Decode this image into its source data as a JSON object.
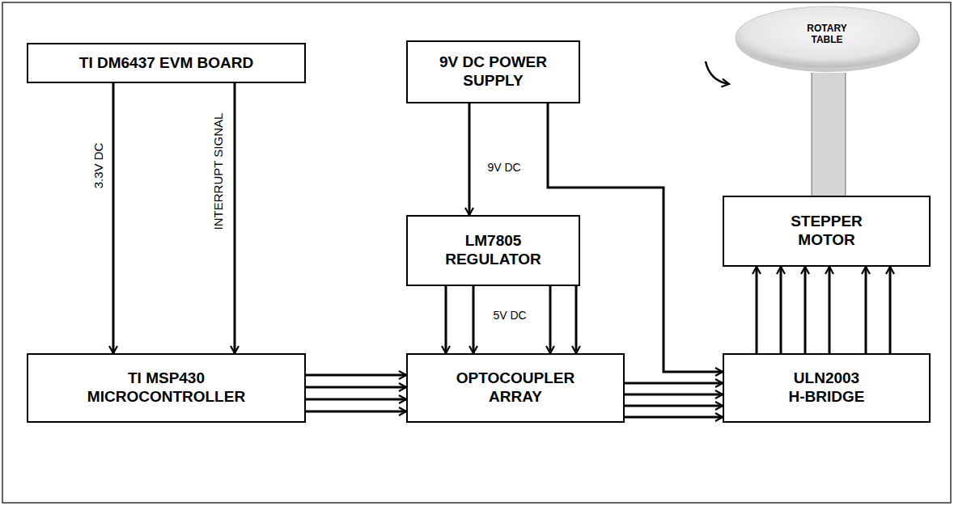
{
  "diagram": {
    "nodes": [
      {
        "text": [
          "TI DM6437 EVM BOARD"
        ]
      },
      {
        "text": [
          "9V DC POWER SUPPLY"
        ]
      },
      {
        "text": [
          "ROTARY TABLE"
        ]
      },
      {
        "text": [
          "LM7805 REGULATOR"
        ]
      },
      {
        "text": [
          "STEPPER MOTOR"
        ]
      },
      {
        "text": [
          "TI MSP430 MICROCONTROLLER"
        ]
      },
      {
        "text": [
          "OPTOCOUPLER ARRAY"
        ]
      },
      {
        "text": [
          "ULN2003 H-BRIDGE"
        ]
      }
    ],
    "edges": [
      {
        "from": 0,
        "to": 5,
        "label": "3.3V DC",
        "arrow": "to"
      },
      {
        "from": 0,
        "to": 5,
        "label": "INTERRUPT SIGNAL",
        "arrow": "to"
      },
      {
        "from": 1,
        "to": 3,
        "label": "9V DC",
        "arrow": "to"
      },
      {
        "from": 1,
        "to": 7,
        "arrow": "to"
      },
      {
        "from": 3,
        "to": 6,
        "arrow": "to"
      },
      {
        "from": 3,
        "to": 6,
        "arrow": "to"
      },
      {
        "from": 3,
        "to": 6,
        "arrow": "to"
      },
      {
        "from": 3,
        "to": 6,
        "arrow": "to"
      },
      {
        "from": 5,
        "to": 6,
        "arrow": "to"
      },
      {
        "from": 5,
        "to": 6,
        "arrow": "to"
      },
      {
        "from": 5,
        "to": 6,
        "arrow": "to"
      },
      {
        "from": 5,
        "to": 6,
        "arrow": "to"
      },
      {
        "from": 6,
        "to": 7,
        "arrow": "to"
      },
      {
        "from": 6,
        "to": 7,
        "arrow": "to"
      },
      {
        "from": 6,
        "to": 7,
        "arrow": "to"
      },
      {
        "from": 6,
        "to": 7,
        "arrow": "to"
      },
      {
        "from": 7,
        "to": 4,
        "arrow": "to"
      },
      {
        "from": 7,
        "to": 4,
        "arrow": "to"
      },
      {
        "from": 7,
        "to": 4,
        "arrow": "to"
      },
      {
        "from": 7,
        "to": 4,
        "arrow": "to"
      },
      {
        "from": 7,
        "to": 4,
        "arrow": "to"
      },
      {
        "from": 7,
        "to": 4,
        "arrow": "to"
      },
      {
        "from": 4,
        "to": 2,
        "arrow": "none"
      }
    ],
    "labels": [
      "5V DC"
    ]
  }
}
